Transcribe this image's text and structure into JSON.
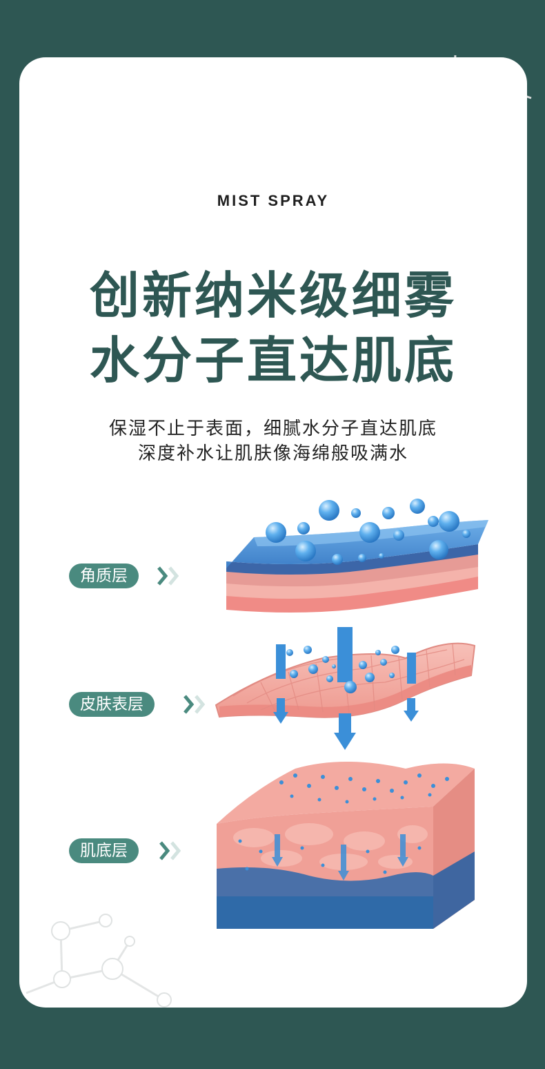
{
  "header": {
    "eyebrow": "MIST SPRAY",
    "headline_line1": "创新纳米级细雾",
    "headline_line2": "水分子直达肌底"
  },
  "description": {
    "line1": "保湿不止于表面，细腻水分子直达肌底",
    "line2": "深度补水让肌肤像海绵般吸满水"
  },
  "layers": [
    {
      "label": "角质层"
    },
    {
      "label": "皮肤表层"
    },
    {
      "label": "肌底层"
    }
  ],
  "colors": {
    "frame": "#2e5753",
    "headline": "#2e5753",
    "pill": "#4a8a7f",
    "water": "#3b8fd8",
    "skin": "#f0a59c"
  }
}
